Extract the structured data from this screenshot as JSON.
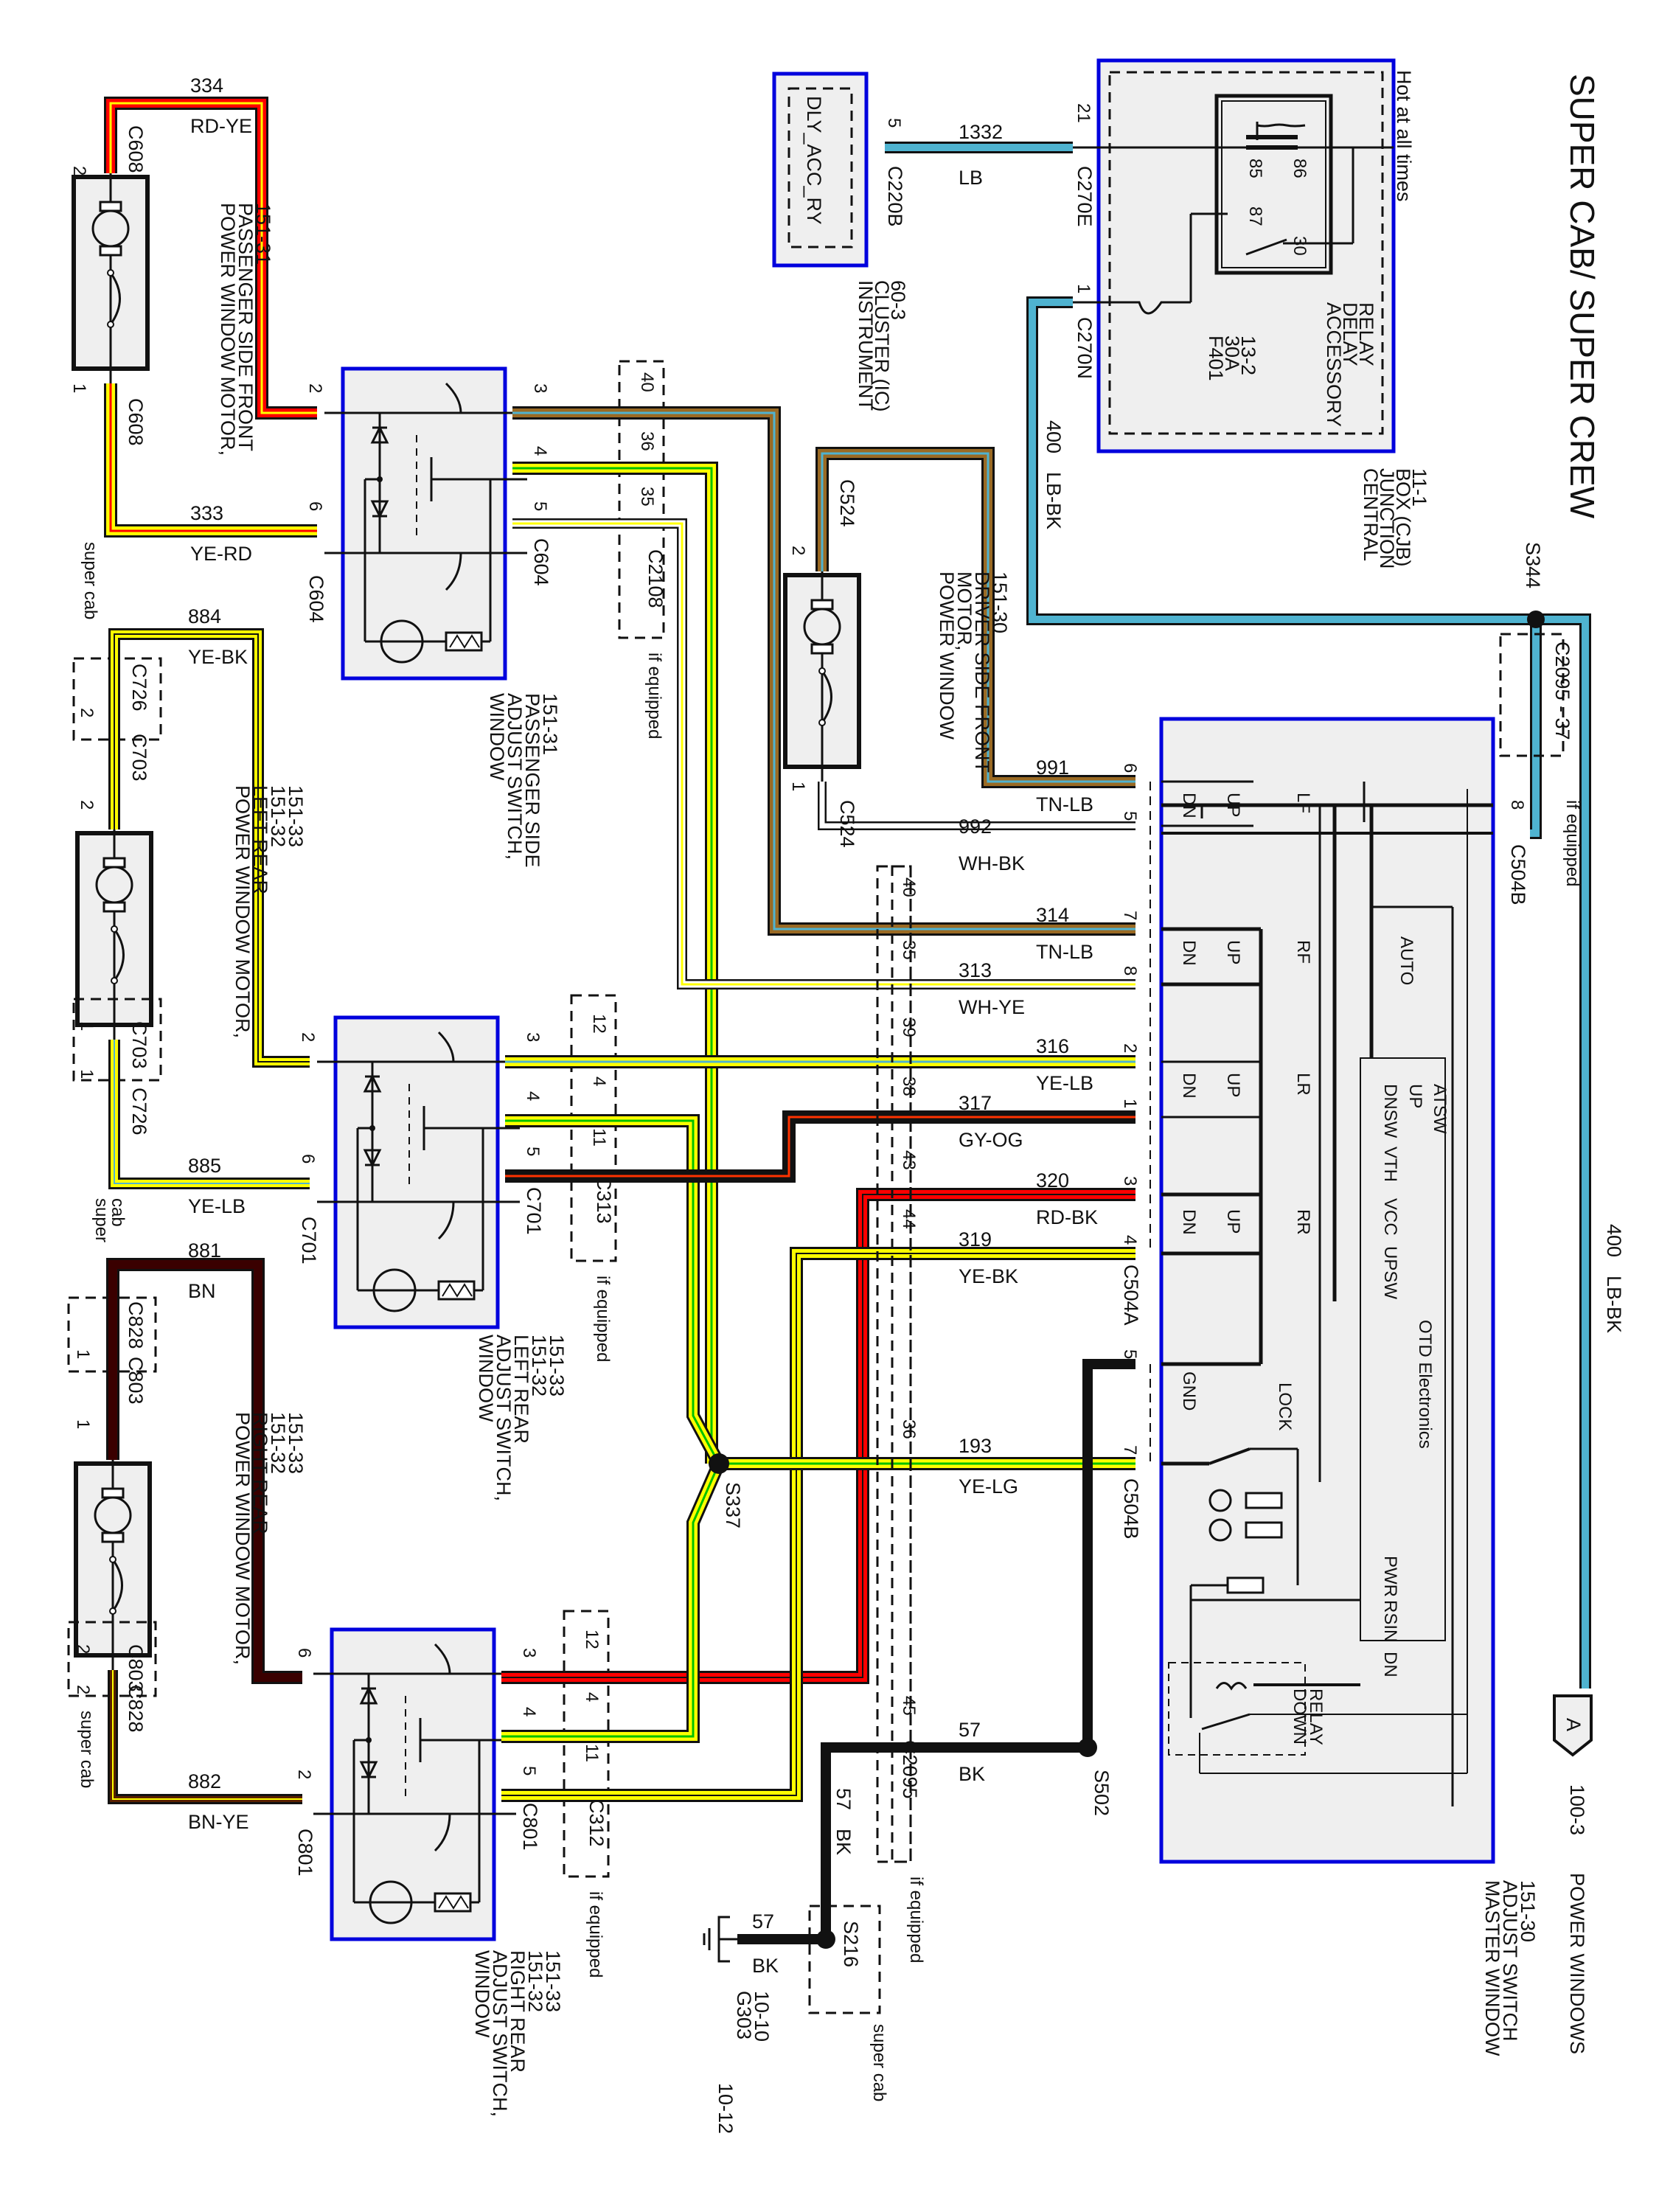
{
  "title": "SUPER CAB/ SUPER CREW",
  "page_ref": {
    "section": "100-3",
    "name": "POWER WINDOWS",
    "connector_letter": "A"
  },
  "hot_note": "Hot at all times",
  "colors": {
    "LB": "#4fb3d0",
    "RD": "#ff0000",
    "YE": "#ffff00",
    "TN": "#9a6a24",
    "BK": "#000000",
    "WH": "#ffffff",
    "GN": "#00c000",
    "BN": "#3a0000",
    "component_border": "#0000dd",
    "component_fill": "#efefef"
  },
  "components": {
    "cjb": {
      "name": [
        "CENTRAL",
        "JUNCTION",
        "BOX (CJB)",
        "11-1"
      ],
      "relay": [
        "ACCESSORY",
        "DELAY",
        "RELAY"
      ],
      "relay_pins": [
        "85",
        "86",
        "87",
        "30"
      ],
      "fuse": [
        "F401",
        "30A",
        "13-2"
      ]
    },
    "ic": {
      "name": [
        "INSTRUMENT",
        "CLUSTER (IC)",
        "60-3"
      ],
      "pin_name": "DLY_ACC_RY"
    },
    "motor_psf": {
      "name": [
        "POWER WINDOW MOTOR,",
        "PASSENGER SIDE FRONT",
        "151-31"
      ]
    },
    "motor_dsf": {
      "name": [
        "POWER WINDOW",
        "MOTOR,",
        "DRIVER SIDE FRONT",
        "151-30"
      ]
    },
    "motor_lr": {
      "name": [
        "POWER WINDOW MOTOR,",
        "LEFT REAR",
        "151-32",
        "151-33"
      ]
    },
    "motor_rr": {
      "name": [
        "POWER WINDOW MOTOR,",
        "RIGHT REAR",
        "151-32",
        "151-33"
      ]
    },
    "sw_ps": {
      "name": [
        "WINDOW",
        "ADJUST SWITCH,",
        "PASSENGER SIDE",
        "151-31"
      ]
    },
    "sw_lr": {
      "name": [
        "WINDOW",
        "ADJUST SWITCH,",
        "LEFT REAR",
        "151-32",
        "151-33"
      ]
    },
    "sw_rr": {
      "name": [
        "WINDOW",
        "ADJUST SWITCH,",
        "RIGHT REAR",
        "151-32",
        "151-33"
      ]
    },
    "master": {
      "name": [
        "MASTER WINDOW",
        "ADJUST SWITCH",
        "151-30"
      ],
      "channels": [
        "LF",
        "RF",
        "LR",
        "RR"
      ],
      "up": "UP",
      "dn": "DN",
      "auto": "AUTO",
      "lock": "LOCK",
      "gnd": "GND",
      "otd": "OTD Electronics",
      "otd_pins": [
        "ATSW",
        "UP",
        "DNSW",
        "VTH",
        "VCC",
        "UPSW",
        "PWR",
        "RSIN",
        "DN"
      ],
      "down_relay": [
        "DOWN",
        "RELAY"
      ]
    },
    "ground": {
      "id": "G303",
      "refs": [
        "10-10",
        "10-12"
      ]
    }
  },
  "wires": [
    {
      "circuit": "1332",
      "color": "LB"
    },
    {
      "circuit": "400",
      "color": "LB-BK"
    },
    {
      "circuit": "334",
      "color": "RD-YE"
    },
    {
      "circuit": "333",
      "color": "YE-RD"
    },
    {
      "circuit": "884",
      "color": "YE-BK"
    },
    {
      "circuit": "885",
      "color": "YE-LB"
    },
    {
      "circuit": "881",
      "color": "BN"
    },
    {
      "circuit": "882",
      "color": "BN-YE"
    },
    {
      "circuit": "991",
      "color": "TN-LB"
    },
    {
      "circuit": "992",
      "color": "WH-BK"
    },
    {
      "circuit": "314",
      "color": "TN-LB"
    },
    {
      "circuit": "313",
      "color": "WH-YE"
    },
    {
      "circuit": "316",
      "color": "YE-LB"
    },
    {
      "circuit": "317",
      "color": "GY-OG"
    },
    {
      "circuit": "320",
      "color": "RD-BK"
    },
    {
      "circuit": "319",
      "color": "YE-BK"
    },
    {
      "circuit": "193",
      "color": "YE-LG"
    },
    {
      "circuit": "57",
      "color": "BK"
    }
  ],
  "connectors": {
    "c220b": "C220B",
    "c270e": "C270E",
    "c270n": "C270N",
    "c608": "C608",
    "c604": "C604",
    "c2108": "C2108",
    "c524": "C524",
    "c726": "C726",
    "c703": "C703",
    "c701": "C701",
    "c313": "C313",
    "c828": "C828",
    "c803": "C803",
    "c801": "C801",
    "c312": "C312",
    "c2095": "C2095",
    "c2095_37": "C2095 - 37",
    "c504a": "C504A",
    "c504b": "C504B"
  },
  "splices": {
    "s344": "S344",
    "s337": "S337",
    "s502": "S502",
    "s216": "S216"
  },
  "pins": {
    "c220b": "5",
    "c270e": "21",
    "c270n": "1",
    "c608_top": "2",
    "c608_bot": "1",
    "sw_ps": [
      "2",
      "6",
      "3",
      "4",
      "5"
    ],
    "c2108": [
      "40",
      "36",
      "35"
    ],
    "c524_top": "2",
    "c524_bot": "1",
    "c726_top": "2",
    "c703_top": "2",
    "c703_bot": "1",
    "c726_bot": "1",
    "sw_lr": [
      "2",
      "6",
      "3",
      "4",
      "5"
    ],
    "c313": [
      "12",
      "4",
      "11"
    ],
    "c828_top": "1",
    "c803_top": "1",
    "c803_bot": "2",
    "c828_bot": "2",
    "sw_rr": [
      "6",
      "2",
      "3",
      "4",
      "5"
    ],
    "c312": [
      "12",
      "4",
      "11"
    ],
    "c2095_mid": [
      "40",
      "35",
      "39",
      "38",
      "43",
      "44",
      "36",
      "45"
    ],
    "c504a": [
      "6",
      "5",
      "7",
      "8",
      "2",
      "1",
      "3",
      "4",
      "5",
      "7"
    ],
    "c504b_pwr": "8"
  },
  "notes": {
    "if_equipped": "if equipped",
    "super_cab": "super cab",
    "super_cab_split": [
      "super",
      "cab"
    ]
  }
}
